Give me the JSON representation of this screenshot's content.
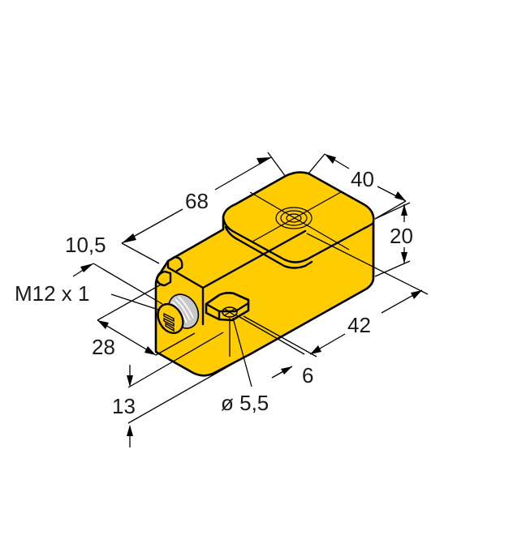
{
  "drawing": {
    "title": "Rectangular inductive sensor dimension drawing",
    "units": "mm",
    "colors": {
      "housing": "#ffcc00",
      "outline": "#000000",
      "connector_thread": "#c8c8c8",
      "background": "#ffffff"
    },
    "dimensions": {
      "length": "68",
      "width": "40",
      "height": "20",
      "mounting_hole_spacing": "42",
      "flange_offset": "10,5",
      "connector": "M12 x 1",
      "connector_depth": "28",
      "base_height": "13",
      "hole_offset": "6",
      "hole_diameter": "ø 5,5"
    },
    "features": {
      "sensing_face_icon": "concentric-target-icon",
      "connector_icon": "m12-connector-icon",
      "mounting_hole_icon": "mounting-hole-icon"
    }
  }
}
